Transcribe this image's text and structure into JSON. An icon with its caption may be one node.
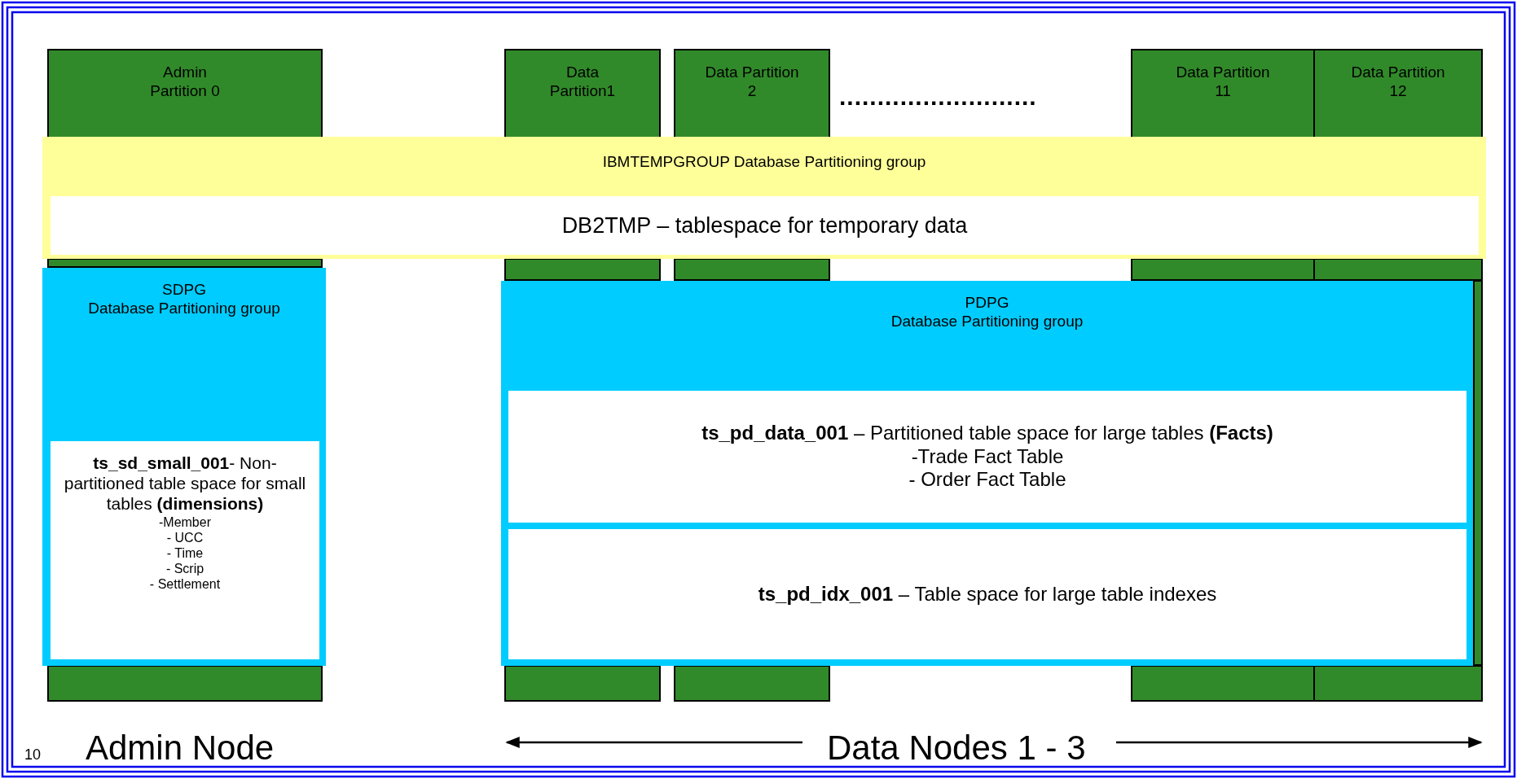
{
  "diagram": {
    "nodes": [
      {
        "text": [
          "Admin Partition 0"
        ]
      },
      {
        "text": [
          "Data Partition1"
        ]
      },
      {
        "text": [
          "Data Partition 2"
        ]
      },
      {
        "text": [
          "Data Partition 11"
        ]
      },
      {
        "text": [
          "Data Partition 12"
        ]
      },
      {
        "text": [
          "IBMTEMPGROUP Database Partitioning group"
        ]
      },
      {
        "text": [
          "DB2TMP – tablespace for temporary data"
        ],
        "in": 5
      },
      {
        "text": [
          "SDPG",
          "Database Partitioning group"
        ]
      },
      {
        "text": [
          "**ts_sd_small_001**- Non-partitioned table space for small tables **(dimensions)**",
          "-Member",
          "- UCC",
          "- Time",
          "- Scrip",
          "- Settlement"
        ],
        "in": 7
      },
      {
        "text": [
          "PDPG",
          "Database Partitioning group"
        ]
      },
      {
        "text": [
          "**ts_pd_data_001** – Partitioned table space for large tables **(Facts)**",
          "-Trade Fact Table",
          "- Order Fact Table"
        ],
        "in": 9
      },
      {
        "text": [
          "**ts_pd_idx_001** – Table space for large table indexes"
        ],
        "in": 9
      }
    ],
    "labels": [
      "..........................",
      "Admin Node",
      "Data Nodes 1 - 3",
      "10"
    ]
  }
}
